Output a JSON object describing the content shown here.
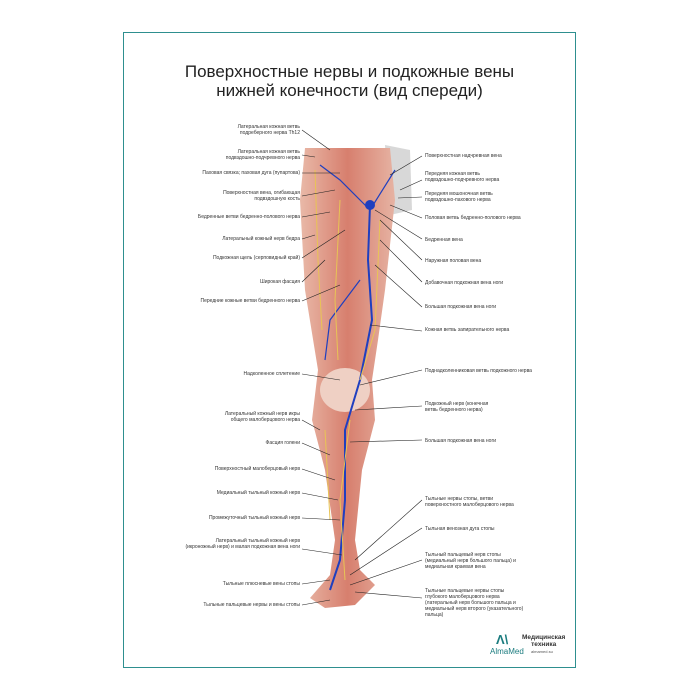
{
  "title": {
    "line1": "Поверхностные нервы и подкожные вены",
    "line2": "нижней конечности (вид спереди)"
  },
  "left_labels": [
    "Латеральная кожная ветвь\nподреберного нерва Th12",
    "Латеральная кожная ветвь\nподвздошно-подчревного нерва",
    "Паховая связка; паховая дуга (пупартова)",
    "Поверхностная вена, огибающая\nподвздошную кость",
    "Бедренные ветви бедренно-полового нерва",
    "Латеральный кожный нерв бедра",
    "Подкожная щель (серповидный край)",
    "Широкая фасция",
    "Передние кожные ветви бедренного нерва",
    "Надколенное сплетение",
    "Латеральный кожный нерв икры\nобщего малоберцового нерва",
    "Фасция голени",
    "Поверхностный малоберцовый нерв",
    "Медиальный тыльный кожный нерв",
    "Промежуточный тыльный кожный нерв",
    "Латеральный тыльный кожный нерв\n(икроножный нерв) и малая подкожная вена ноги",
    "Тыльные плюсневые вены стопы",
    "Тыльные пальцевые нервы и вены стопы"
  ],
  "right_labels": [
    "Поверхностная надчревная вена",
    "Передняя кожная ветвь\nподвздошно-подчревного нерва",
    "Передняя мошоночная ветвь\nподвздошно-пахового нерва",
    "Половая ветвь бедренно-полового нерва",
    "Бедренная вена",
    "Наружная половая вена",
    "Добавочная подкожная вена ноги",
    "Большая подкожная вена ноги",
    "Кожная ветвь запирательного нерва",
    "Поднадколенниковая ветвь подкожного нерва",
    "Подкожный нерв (конечная\nветвь бедренного нерва)",
    "Большая подкожная вена ноги",
    "Тыльные нервы стопы, ветви\nповерхностного малоберцового нерва",
    "Тыльная венозная дуга стопы",
    "Тыльный пальцевый нерв стопы\n(медиальный нерв большого пальца) и\nмедиальная краевая вена",
    "Тыльные пальцевые нервы стопы\nглубокого малоберцового нерва\n(латеральный нерв большого пальца и\nмедиальный нерв второго (указательного)\nпальца)"
  ],
  "logo": {
    "brand": "AlmaMed",
    "subtitle": "Медицинская\nтехника",
    "url": "almamed.su"
  },
  "colors": {
    "frame": "#2e8f8f",
    "muscle": "#d9897a",
    "vein": "#1f3fbf",
    "nerve": "#e8c455"
  }
}
